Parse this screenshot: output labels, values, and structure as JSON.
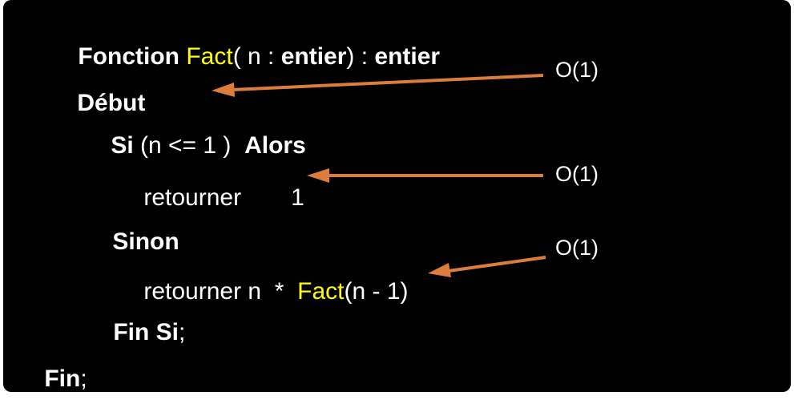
{
  "theme": {
    "page_bg": "#ffffff",
    "slide_bg": "#000000",
    "text_color": "#ffffff",
    "function_name_yellow": "#ffff00",
    "arrow_orange": "#dd7d3b"
  },
  "code": {
    "header": {
      "fonction_kw": "Fonction ",
      "name": "Fact",
      "params_open": "( n : ",
      "param_type": "entier",
      "params_close": ") : ",
      "return_type": "entier"
    },
    "debut_kw": "Début",
    "if_line": {
      "si_kw": "Si ",
      "condition": "(n <= 1 )  ",
      "alors_kw": "Alors"
    },
    "return1": {
      "kw": "retourner",
      "value": "1"
    },
    "sinon_kw": "Sinon",
    "return2": {
      "kw": "retourner n ",
      "operator": " *  ",
      "name": "Fact",
      "args": "(n - 1)"
    },
    "endif": {
      "kw": "Fin Si",
      "punct": ";"
    },
    "end": {
      "kw": "Fin",
      "punct": ";"
    }
  },
  "annotations": {
    "first": "O(1)",
    "second": "O(1)",
    "third": "O(1)"
  }
}
